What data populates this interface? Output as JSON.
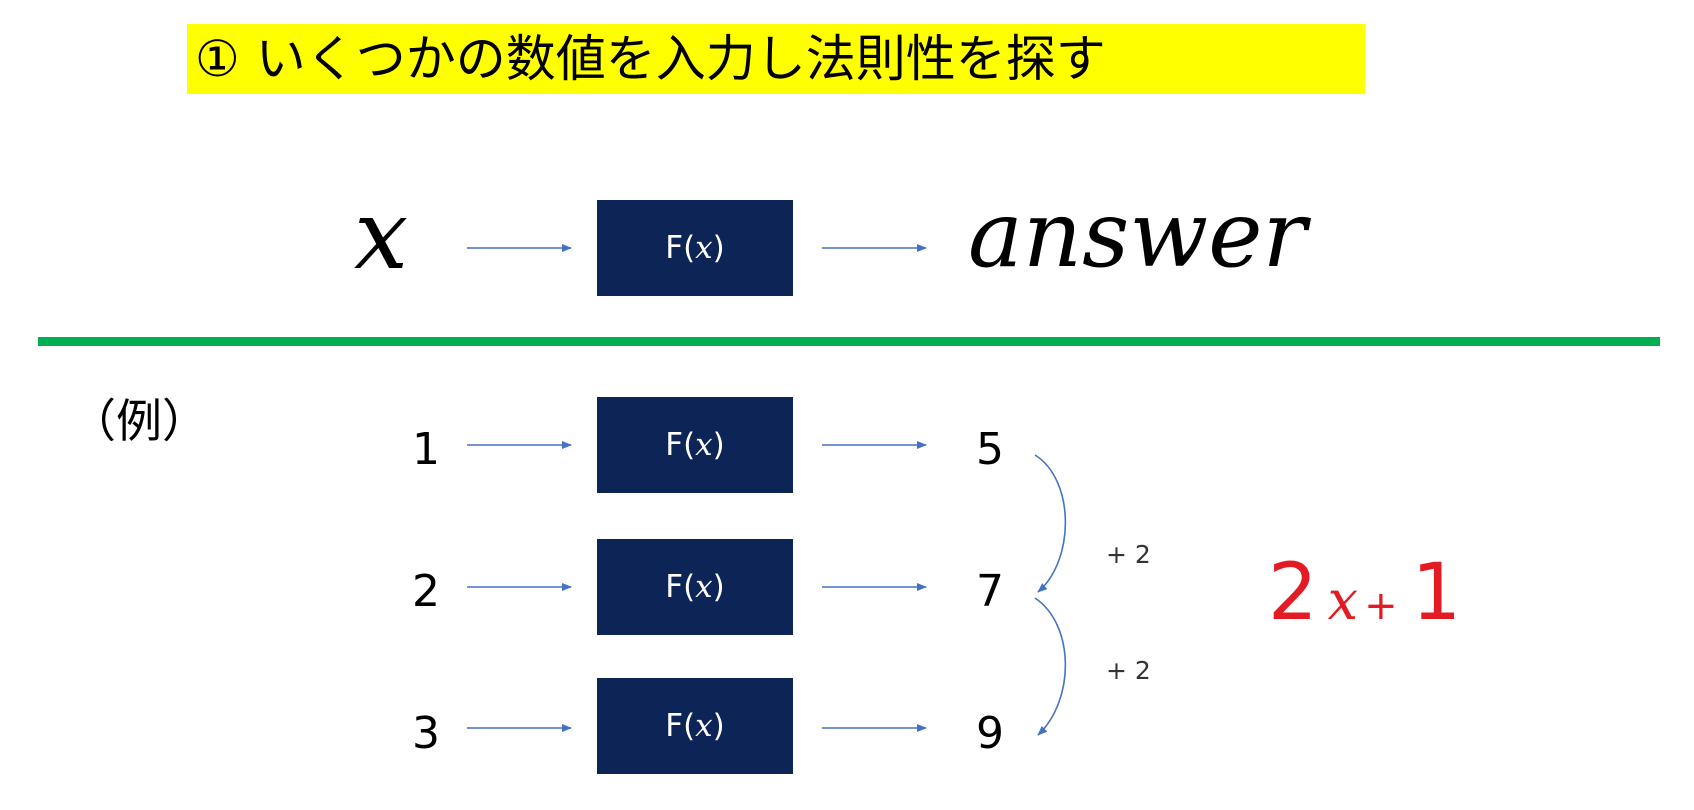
{
  "title": "① いくつかの数値を入力し法則性を探す",
  "top_row": {
    "input": "x",
    "box_prefix": "F(",
    "box_var": "x",
    "box_suffix": ")",
    "output": "answer"
  },
  "example_label": "（例）",
  "rows": [
    {
      "input": "1",
      "output": "5"
    },
    {
      "input": "2",
      "output": "7"
    },
    {
      "input": "3",
      "output": "9"
    }
  ],
  "differences": [
    "+ 2",
    "+ 2"
  ],
  "formula": {
    "coef": "2",
    "var": "x",
    "op": "+",
    "const": "1"
  },
  "colors": {
    "title_highlight": "#ffff00",
    "box": "#0d2457",
    "divider": "#00b050",
    "arrow": "#4472c4",
    "formula": "#e31b23"
  }
}
